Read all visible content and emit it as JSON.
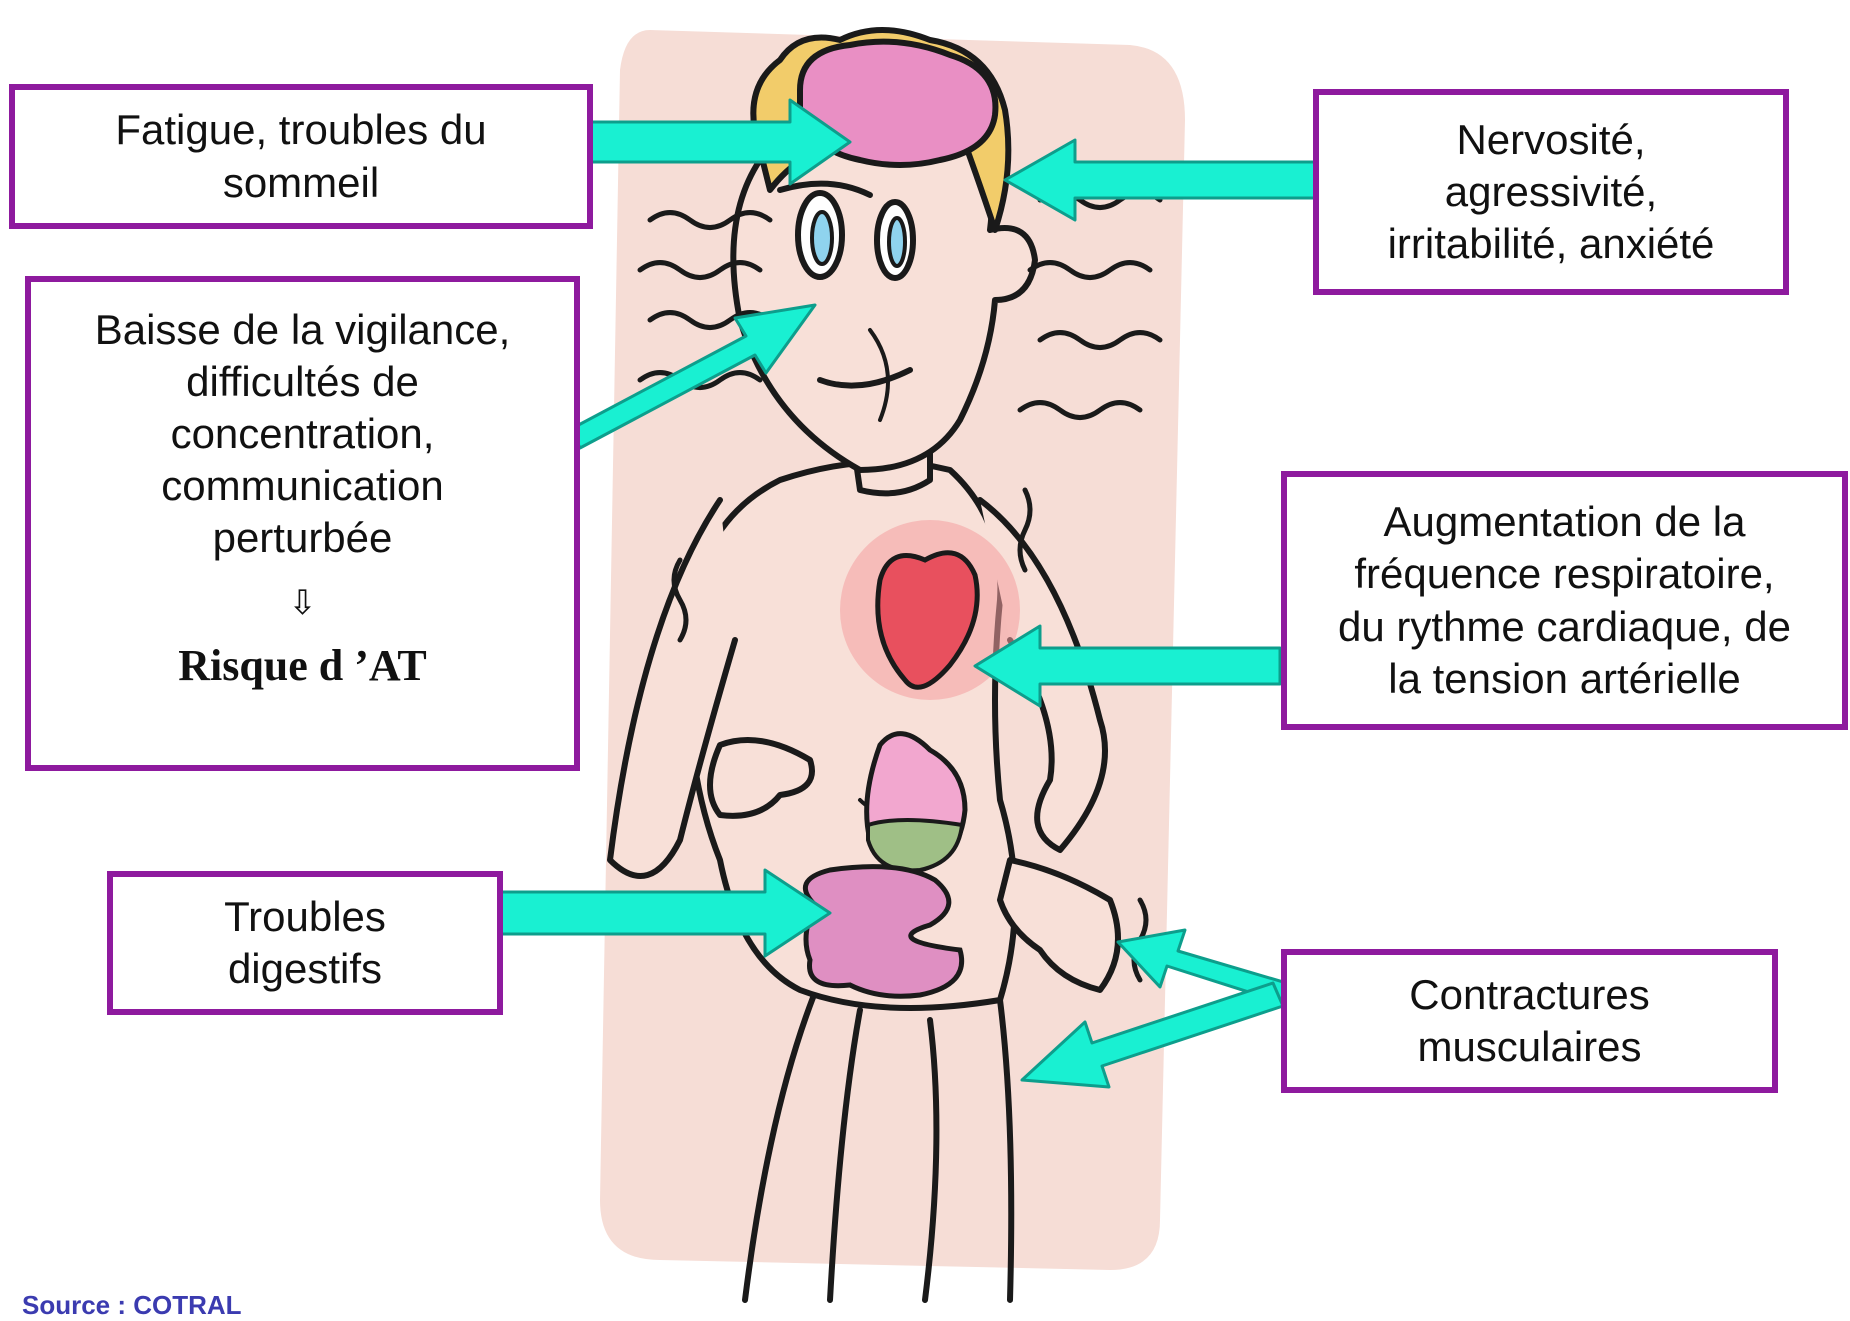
{
  "boxes": {
    "fatigue": {
      "lines": [
        "Fatigue, troubles du",
        "sommeil"
      ]
    },
    "nervosite": {
      "lines": [
        "Nervosité,",
        "agressivité,",
        "irritabilité, anxiété"
      ]
    },
    "vigilance": {
      "lines": [
        "Baisse de la vigilance,",
        "difficultés de",
        "concentration,",
        "communication",
        "perturbée"
      ],
      "arrow_glyph": "⇩",
      "risk_label": "Risque d ’AT"
    },
    "frequence": {
      "lines": [
        "Augmentation de la",
        "fréquence respiratoire,",
        "du rythme cardiaque, de",
        "la tension artérielle"
      ]
    },
    "digestifs": {
      "lines": [
        "Troubles",
        "digestifs"
      ]
    },
    "contractures": {
      "lines": [
        "Contractures",
        "musculaires"
      ]
    }
  },
  "source_label": "Source : COTRAL",
  "colors": {
    "box_border": "#8e1a9e",
    "arrow_fill": "#19f0d2",
    "arrow_stroke": "#0d9e8c",
    "background_panel": "#f6ddd6",
    "outline": "#1a1a1a",
    "skin": "#f8e0d8",
    "hair": "#f2cc6a",
    "brain": "#e98fc4",
    "heart": "#e8505e",
    "stomach_top": "#f2a7cf",
    "stomach_bottom": "#9fbf86",
    "intestine": "#df8fc2",
    "source_text": "#3b3bb0"
  }
}
